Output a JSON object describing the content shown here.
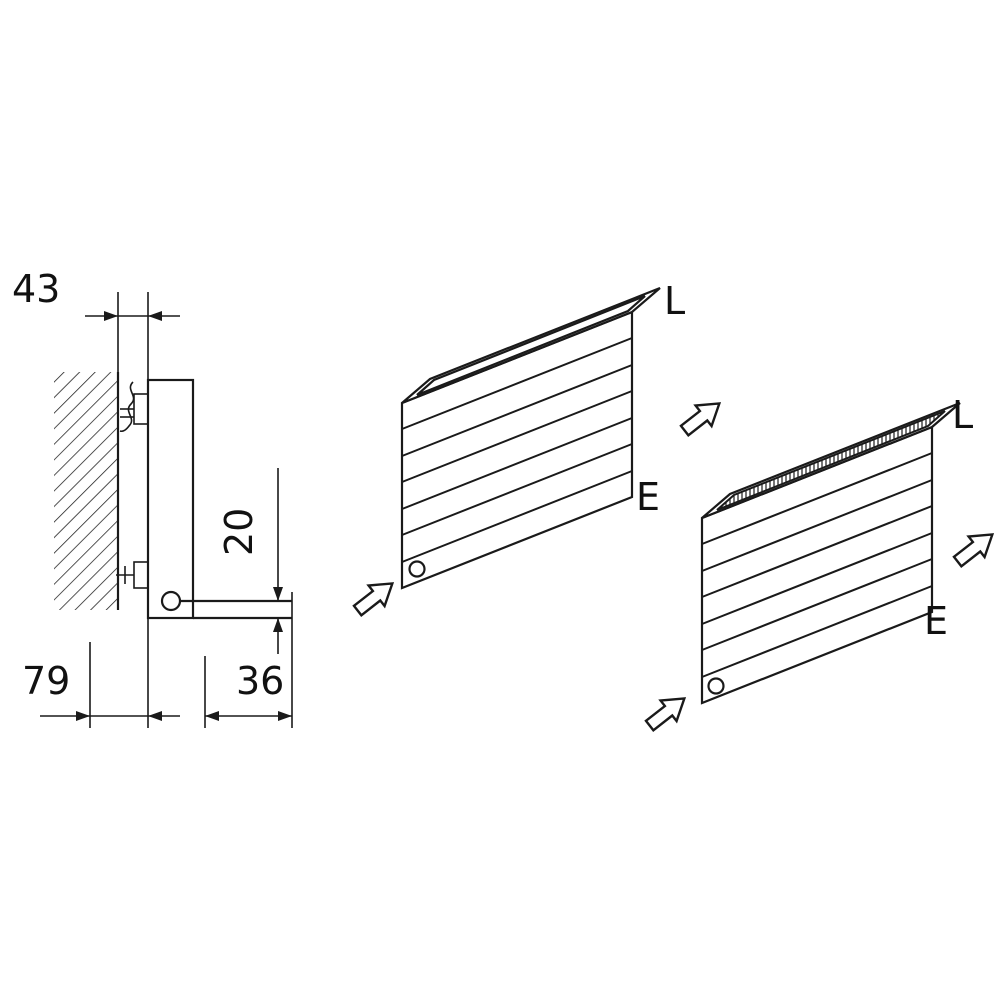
{
  "drawing": {
    "background": "#ffffff",
    "line_color": "#1a1a1a",
    "side_view": {
      "dim_top": "43",
      "dim_pipe": "20",
      "dim_bottom_left": "79",
      "dim_bottom_right": "36"
    },
    "radiator_open_top": {
      "label_l": "L",
      "label_e": "E"
    },
    "radiator_grille_top": {
      "label_l": "L",
      "label_e": "E"
    },
    "icons": {
      "flow_arrow": "northeast-block-arrow",
      "wall_hatch": "diagonal-hatch",
      "grille": "fine-vertical-lines"
    }
  }
}
